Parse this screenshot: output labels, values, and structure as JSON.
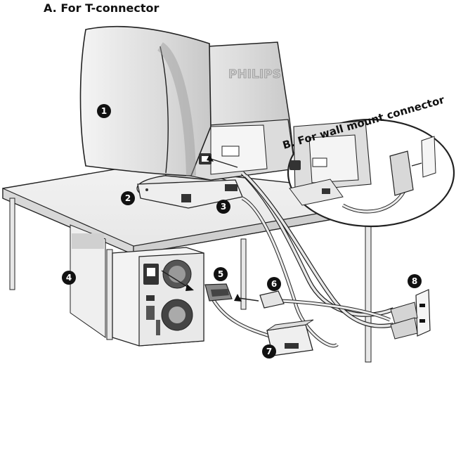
{
  "headings": {
    "a": "A. For T-connector",
    "b": "B. For wall mount connector"
  },
  "brand": "PHILIPS",
  "callouts": [
    "1",
    "2",
    "3",
    "4",
    "5",
    "6",
    "7",
    "8"
  ]
}
